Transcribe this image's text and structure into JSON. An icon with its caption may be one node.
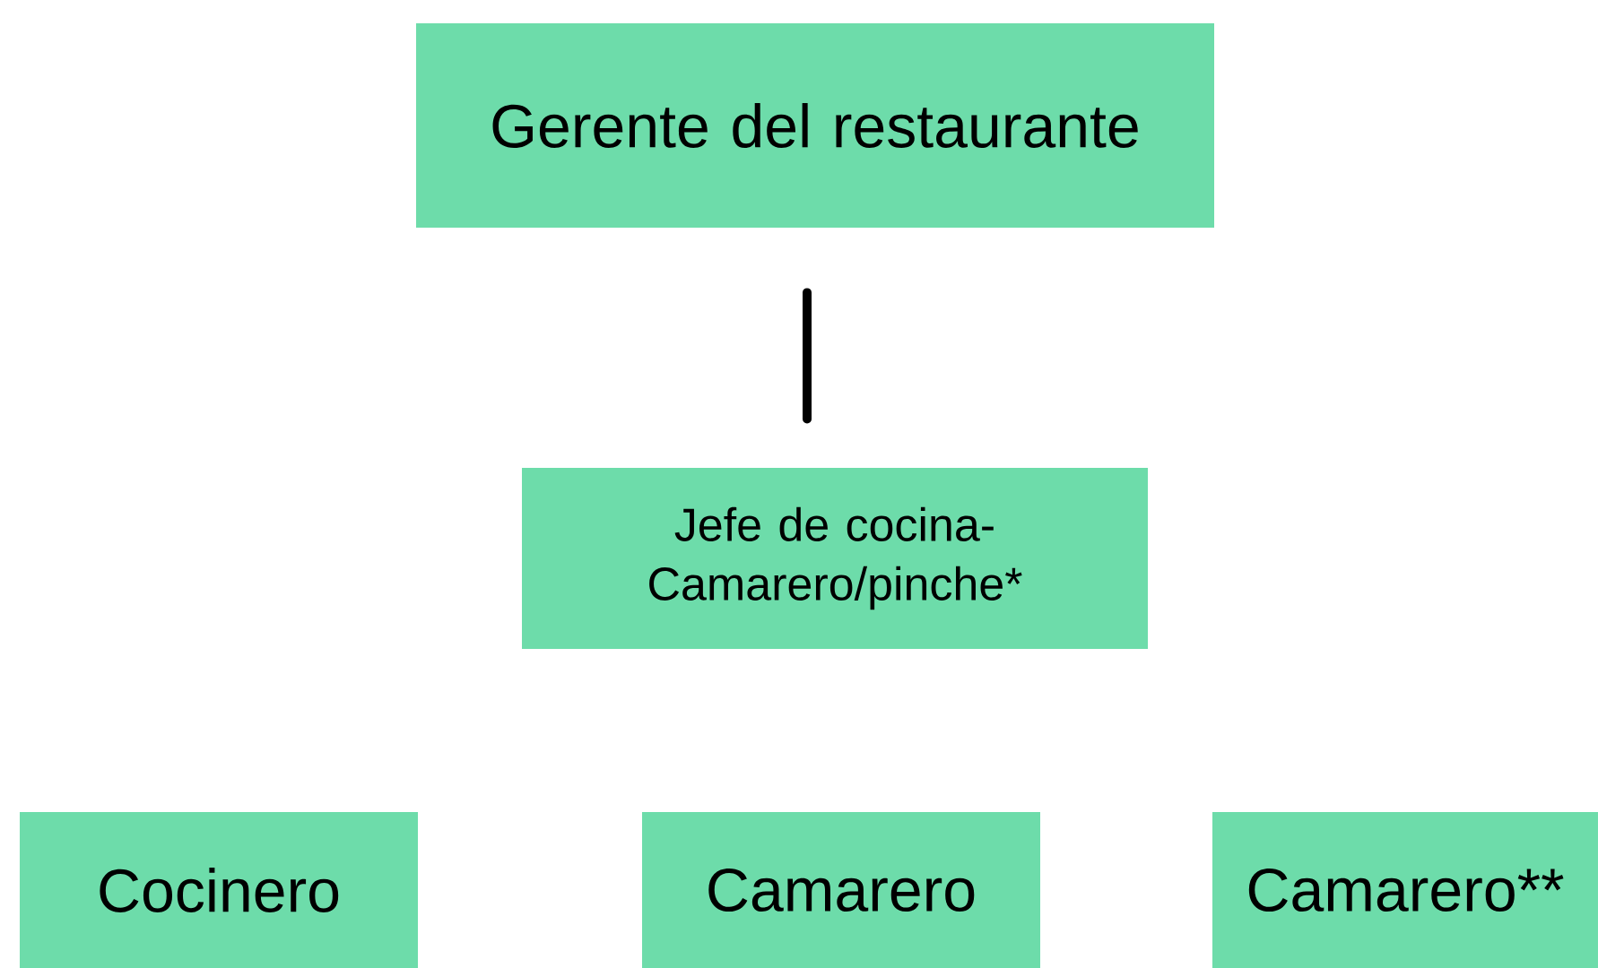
{
  "diagram": {
    "nodes": [
      {
        "text": [
          "Gerente del restaurante"
        ]
      },
      {
        "text": [
          "Jefe de cocina- Camarero/pinche*"
        ]
      },
      {
        "text": [
          "Cocinero"
        ]
      },
      {
        "text": [
          "Camarero"
        ]
      },
      {
        "text": [
          "Camarero**"
        ]
      }
    ],
    "edges": [
      {
        "from": 0,
        "to": 1,
        "arrow": "none"
      }
    ]
  }
}
